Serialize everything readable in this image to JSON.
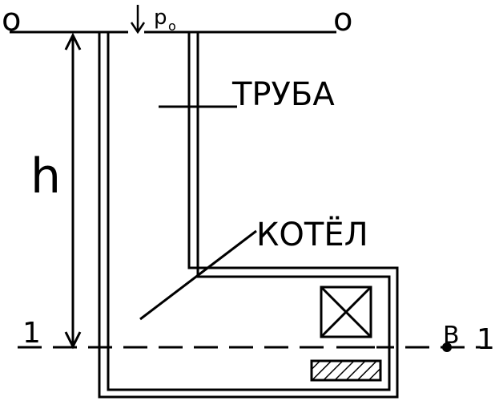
{
  "labels": {
    "section_0_left": "o",
    "section_0_right": "o",
    "pressure_symbol": "p",
    "pressure_subscript": "o",
    "pipe": "ТРУБА",
    "boiler": "КОТЁЛ",
    "height": "h",
    "section_1_left": "1",
    "section_1_right": "1",
    "point_b": "B"
  },
  "style": {
    "ink_color": "#000000",
    "paper_color": "#ffffff"
  }
}
